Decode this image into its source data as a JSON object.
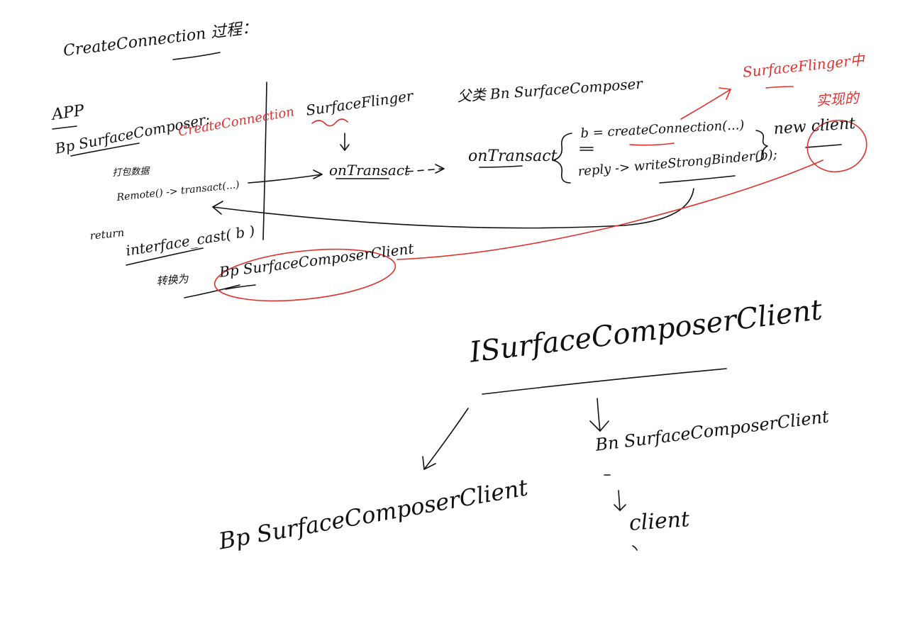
{
  "colors": {
    "ink": "#111111",
    "red": "#e0322e",
    "background": "#ffffff"
  },
  "title": "CreateConnection 过程：",
  "left_panel": {
    "app_label": "APP",
    "bp_composer": "Bp SurfaceComposer:",
    "create_connection_red": "CreateConnection",
    "pack_data": "打包数据",
    "remote_transact": "Remote() -> transact(...)",
    "return_label": "return",
    "interface_cast": "interface_cast( b )",
    "convert_label": "转换为",
    "bp_client": "Bp SurfaceComposerClient"
  },
  "server": {
    "surfaceflinger": "SurfaceFlinger",
    "parent_bn": "父类 Bn SurfaceComposer",
    "on_transact_1": "onTransact",
    "on_transact_2": "onTransact",
    "create_line": "b = createConnection(...)",
    "new_client": "new client",
    "reply_line": "reply -> writeStrongBinder(b);",
    "impl_note_line1": "SurfaceFlinger中",
    "impl_note_line2": "实现的"
  },
  "hierarchy": {
    "root": "ISurfaceComposerClient",
    "left_child": "Bp SurfaceComposerClient",
    "right_child": "Bn SurfaceComposerClient",
    "right_grandchild": "client"
  }
}
